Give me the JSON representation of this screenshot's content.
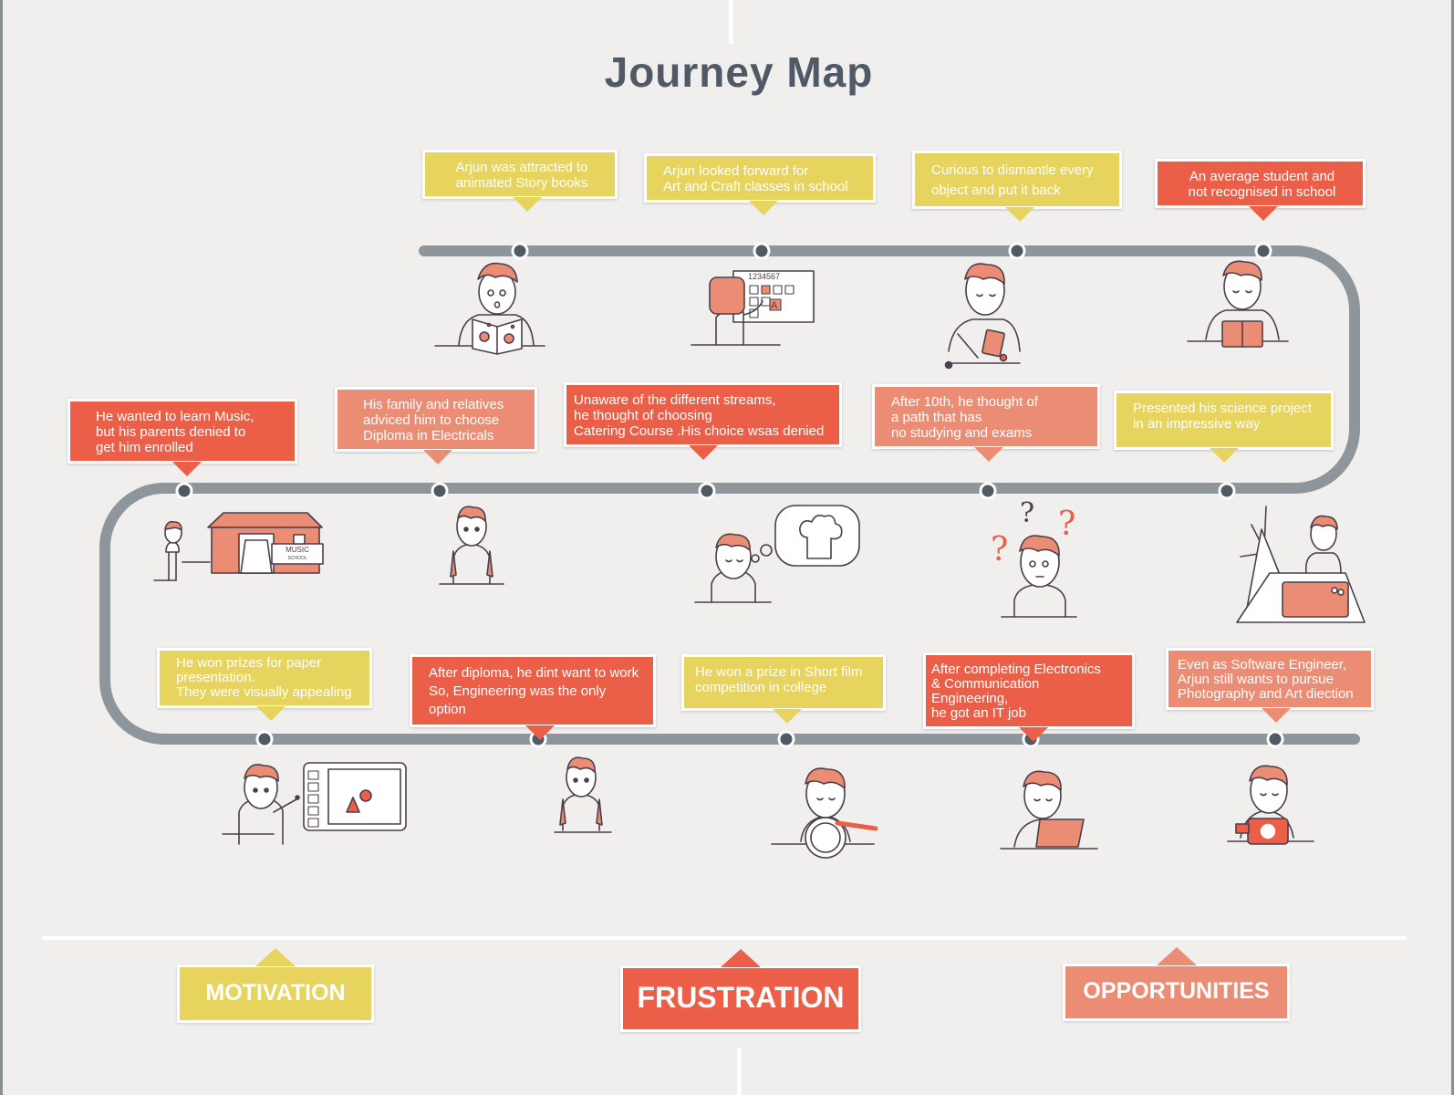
{
  "title": "Journey Map",
  "colors": {
    "motivation": "#e6d45e",
    "frustration": "#eb5f48",
    "opportunities": "#eb8c74",
    "timeline": "#8e969c",
    "figure_outline": "#4a3f4a",
    "hair": "#eb8c74"
  },
  "events": [
    {
      "text": "Arjun was attracted to\nanimated Story books",
      "category": "motivation",
      "illustration": "boy-reading-storybook-icon"
    },
    {
      "text": "Arjun looked forward for\nArt and Craft classes in school",
      "category": "motivation",
      "illustration": "craft-chart-board-icon"
    },
    {
      "text": "Curious to dismantle every\nobject and put it back",
      "category": "motivation",
      "illustration": "boy-with-gadget-icon"
    },
    {
      "text": "An average student and\nnot recognised in school",
      "category": "frustration",
      "illustration": "boy-with-report-card-icon"
    },
    {
      "text": "Presented his science project\nin an impressive way",
      "category": "motivation",
      "illustration": "windmill-project-icon"
    },
    {
      "text": "After 10th, he thought of\na path that has\nno studying and exams",
      "category": "opportunities",
      "illustration": "confused-boy-icon"
    },
    {
      "text": "Unaware of the different streams,\nhe thought of choosing\nCatering Course .His choice wsas denied",
      "category": "frustration",
      "illustration": "chef-hat-thought-icon"
    },
    {
      "text": "His family and relatives\nadviced him to choose\nDiploma in Electricals",
      "category": "opportunities",
      "illustration": "boy-with-backpack-icon"
    },
    {
      "text": "He wanted to learn Music,\nbut his parents denied to\nget him enrolled",
      "category": "frustration",
      "illustration": "music-school-icon"
    },
    {
      "text": "He won prizes for paper\npresentation.\nThey were visually appealing",
      "category": "motivation",
      "illustration": "presentation-screen-icon"
    },
    {
      "text": "After diploma, he dint want to work\nSo, Engineering was the only option",
      "category": "frustration",
      "illustration": "student-backpack-icon"
    },
    {
      "text": "He won a prize in Short film\ncompetition in college",
      "category": "motivation",
      "illustration": "film-reel-icon"
    },
    {
      "text": "After completing Electronics\n& Communication Engineering,\nhe got an IT job",
      "category": "frustration",
      "illustration": "laptop-work-icon"
    },
    {
      "text": "Even as Software Engineer,\nArjun still wants to pursue\nPhotography and Art diection",
      "category": "opportunities",
      "illustration": "camera-icon"
    }
  ],
  "illustration_text": {
    "music_sign": "MUSIC",
    "music_sign_sub": "SCHOOL",
    "chart_numbers": "1234567",
    "chart_letter": "A"
  },
  "legend": {
    "motivation": "MOTIVATION",
    "frustration": "FRUSTRATION",
    "opportunities": "OPPORTUNITIES"
  }
}
